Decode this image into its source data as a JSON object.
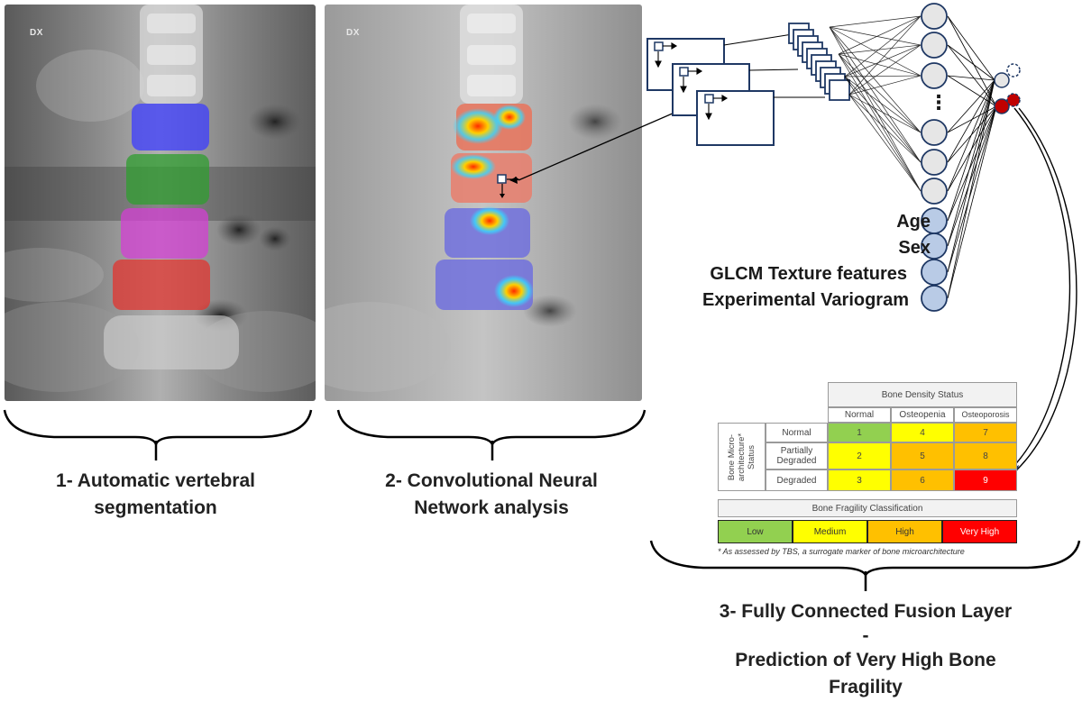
{
  "panels": {
    "xray1_tag": "DX",
    "xray2_tag": "DX"
  },
  "steps": {
    "step1_line1": "1- Automatic vertebral",
    "step1_line2": "segmentation",
    "step2_line1": "2- Convolutional Neural",
    "step2_line2": "Network analysis",
    "step3_line1": "3- Fully Connected Fusion Layer",
    "step3_line2": "-",
    "step3_line3": "Prediction of Very High Bone",
    "step3_line4": "Fragility"
  },
  "network": {
    "ellipsis": "⋮",
    "features": [
      "Age",
      "Sex",
      "GLCM Texture features",
      "Experimental Variogram"
    ]
  },
  "table": {
    "bd_header": "Bone Density Status",
    "bd_cols": [
      "Normal",
      "Osteopenia",
      "Osteoporosis"
    ],
    "micro_header": "Bone Micro-architecture* Status",
    "micro_rows": [
      "Normal",
      "Partially Degraded",
      "Degraded"
    ],
    "cells": [
      [
        "1",
        "4",
        "7"
      ],
      [
        "2",
        "5",
        "8"
      ],
      [
        "3",
        "6",
        "9"
      ]
    ],
    "cell_colors": [
      [
        "#92d050",
        "#ffff00",
        "#ffc000"
      ],
      [
        "#ffff00",
        "#ffc000",
        "#ffc000"
      ],
      [
        "#ffff00",
        "#ffc000",
        "#ff0000"
      ]
    ],
    "fragility_header": "Bone Fragility Classification",
    "fragility_classes": [
      "Low",
      "Medium",
      "High",
      "Very High"
    ],
    "fragility_colors": [
      "#92d050",
      "#ffff00",
      "#ffc000",
      "#ff0000"
    ],
    "footnote": "* As assessed by TBS, a surrogate marker of bone microarchitecture"
  }
}
